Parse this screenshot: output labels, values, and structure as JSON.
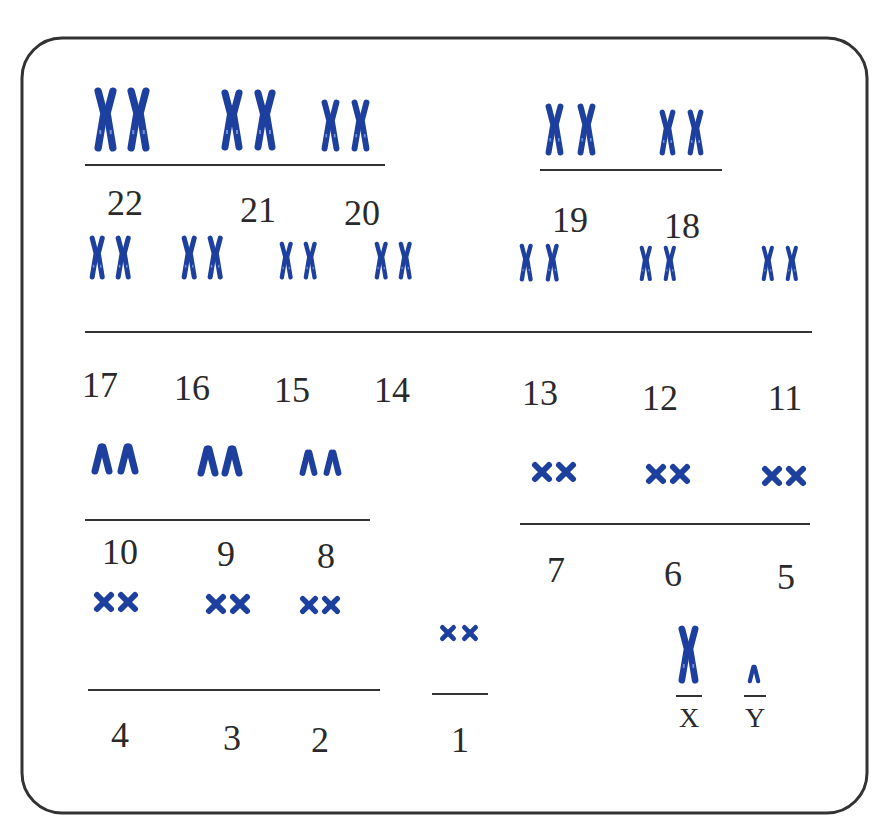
{
  "diagram": {
    "labels": [
      "22",
      "21",
      "20",
      "19",
      "18",
      "17",
      "16",
      "15",
      "14",
      "13",
      "12",
      "11",
      "10",
      "9",
      "8",
      "7",
      "6",
      "5",
      "4",
      "3",
      "2",
      "1",
      "X",
      "Y"
    ]
  }
}
